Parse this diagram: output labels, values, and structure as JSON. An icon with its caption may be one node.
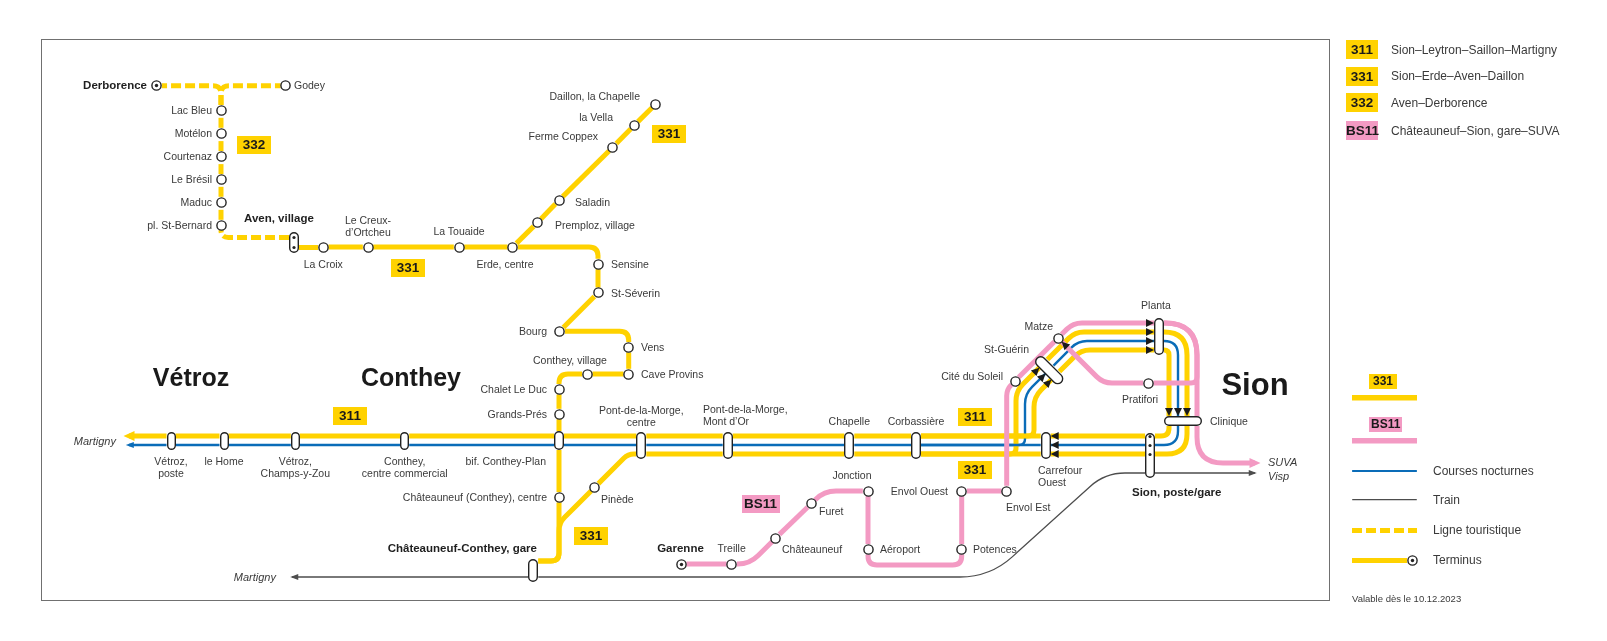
{
  "diagram": {
    "nodes": [
      {
        "text": [
          "Derborence"
        ]
      },
      {
        "text": [
          "Godey"
        ]
      },
      {
        "text": [
          "Lac Bleu"
        ]
      },
      {
        "text": [
          "Motélon"
        ]
      },
      {
        "text": [
          "Courtenaz"
        ]
      },
      {
        "text": [
          "Le Brésil"
        ]
      },
      {
        "text": [
          "Maduc"
        ]
      },
      {
        "text": [
          "pl. St-Bernard"
        ]
      },
      {
        "text": [
          "Aven, village"
        ]
      },
      {
        "text": [
          "La Croix"
        ]
      },
      {
        "text": [
          "Le Creux-d’Ortcheu"
        ]
      },
      {
        "text": [
          "La Touaide"
        ]
      },
      {
        "text": [
          "Erde, centre"
        ]
      },
      {
        "text": [
          "Daillon, la Chapelle"
        ]
      },
      {
        "text": [
          "la Vella"
        ]
      },
      {
        "text": [
          "Ferme Coppex"
        ]
      },
      {
        "text": [
          "Saladin"
        ]
      },
      {
        "text": [
          "Premploz, village"
        ]
      },
      {
        "text": [
          "Sensine"
        ]
      },
      {
        "text": [
          "St-Séverin"
        ]
      },
      {
        "text": [
          "Bourg"
        ]
      },
      {
        "text": [
          "Vens"
        ]
      },
      {
        "text": [
          "Cave Provins"
        ]
      },
      {
        "text": [
          "Conthey, village"
        ]
      },
      {
        "text": [
          "Chalet Le Duc"
        ]
      },
      {
        "text": [
          "Grands-Prés"
        ]
      },
      {
        "text": [
          "Martigny"
        ]
      },
      {
        "text": [
          "Vétroz, poste"
        ]
      },
      {
        "text": [
          "le Home"
        ]
      },
      {
        "text": [
          "Vétroz, Champs-y-Zou"
        ]
      },
      {
        "text": [
          "Conthey, centre commercial"
        ]
      },
      {
        "text": [
          "bif. Conthey-Plan"
        ]
      },
      {
        "text": [
          "Pont-de-la-Morge, centre"
        ]
      },
      {
        "text": [
          "Pont-de-la-Morge, Mont d’Or"
        ]
      },
      {
        "text": [
          "Chapelle"
        ]
      },
      {
        "text": [
          "Corbassière"
        ]
      },
      {
        "text": [
          "Châteauneuf (Conthey), centre"
        ]
      },
      {
        "text": [
          "Pinède"
        ]
      },
      {
        "text": [
          "Cité du Soleil"
        ]
      },
      {
        "text": [
          "St-Guérin"
        ]
      },
      {
        "text": [
          "Matze"
        ]
      },
      {
        "text": [
          "Planta"
        ]
      },
      {
        "text": [
          "Pratifori"
        ]
      },
      {
        "text": [
          "Carrefour Ouest"
        ]
      },
      {
        "text": [
          "Clinique"
        ]
      },
      {
        "text": [
          "Sion, poste/gare"
        ]
      },
      {
        "text": [
          "SUVA"
        ]
      },
      {
        "text": [
          "Visp"
        ]
      },
      {
        "text": [
          "Châteauneuf-Conthey, gare"
        ]
      },
      {
        "text": [
          "Martigny"
        ]
      },
      {
        "text": [
          "Garenne"
        ]
      },
      {
        "text": [
          "Treille"
        ]
      },
      {
        "text": [
          "Châteauneuf"
        ]
      },
      {
        "text": [
          "Furet"
        ]
      },
      {
        "text": [
          "Jonction"
        ]
      },
      {
        "text": [
          "Aéroport"
        ]
      },
      {
        "text": [
          "Potences"
        ]
      },
      {
        "text": [
          "Envol Ouest"
        ]
      },
      {
        "text": [
          "Envol Est"
        ]
      }
    ],
    "edges": [
      {
        "from": 2,
        "to": 0,
        "arrow": "none",
        "style": "dashed"
      },
      {
        "from": 2,
        "to": 1,
        "arrow": "none",
        "style": "dashed"
      },
      {
        "from": 3,
        "to": 2,
        "arrow": "none",
        "style": "dashed"
      },
      {
        "from": 4,
        "to": 3,
        "arrow": "none",
        "style": "dashed"
      },
      {
        "from": 5,
        "to": 4,
        "arrow": "none",
        "style": "dashed"
      },
      {
        "from": 6,
        "to": 5,
        "arrow": "none",
        "style": "dashed"
      },
      {
        "from": 7,
        "to": 6,
        "arrow": "none",
        "style": "dashed"
      },
      {
        "from": 8,
        "to": 7,
        "arrow": "none",
        "style": "dashed"
      },
      {
        "from": 8,
        "to": 9,
        "arrow": "none"
      },
      {
        "from": 9,
        "to": 10,
        "arrow": "none"
      },
      {
        "from": 10,
        "to": 11,
        "arrow": "none"
      },
      {
        "from": 11,
        "to": 12,
        "arrow": "none"
      },
      {
        "from": 12,
        "to": 17,
        "arrow": "none"
      },
      {
        "from": 17,
        "to": 16,
        "arrow": "none"
      },
      {
        "from": 16,
        "to": 15,
        "arrow": "none"
      },
      {
        "from": 15,
        "to": 14,
        "arrow": "none"
      },
      {
        "from": 14,
        "to": 13,
        "arrow": "none"
      },
      {
        "from": 12,
        "to": 18,
        "arrow": "none"
      },
      {
        "from": 18,
        "to": 19,
        "arrow": "none"
      },
      {
        "from": 19,
        "to": 20,
        "arrow": "none"
      },
      {
        "from": 20,
        "to": 21,
        "arrow": "none"
      },
      {
        "from": 21,
        "to": 22,
        "arrow": "none"
      },
      {
        "from": 22,
        "to": 23,
        "arrow": "none"
      },
      {
        "from": 23,
        "to": 24,
        "arrow": "none"
      },
      {
        "from": 24,
        "to": 25,
        "arrow": "none"
      },
      {
        "from": 25,
        "to": 31,
        "arrow": "none"
      },
      {
        "from": 31,
        "to": 36,
        "arrow": "none"
      },
      {
        "from": 36,
        "to": 48,
        "arrow": "none"
      },
      {
        "from": 32,
        "to": 37,
        "arrow": "none"
      },
      {
        "from": 37,
        "to": 48,
        "arrow": "none"
      },
      {
        "from": 27,
        "to": 26,
        "arrow": "to"
      },
      {
        "from": 27,
        "to": 26,
        "arrow": "to",
        "color": "#0a6cb8"
      },
      {
        "from": 27,
        "to": 28,
        "arrow": "none"
      },
      {
        "from": 27,
        "to": 28,
        "arrow": "none",
        "color": "#0a6cb8"
      },
      {
        "from": 28,
        "to": 29,
        "arrow": "none"
      },
      {
        "from": 28,
        "to": 29,
        "arrow": "none",
        "color": "#0a6cb8"
      },
      {
        "from": 29,
        "to": 30,
        "arrow": "none"
      },
      {
        "from": 29,
        "to": 30,
        "arrow": "none",
        "color": "#0a6cb8"
      },
      {
        "from": 30,
        "to": 31,
        "arrow": "none"
      },
      {
        "from": 30,
        "to": 31,
        "arrow": "none",
        "color": "#0a6cb8"
      },
      {
        "from": 31,
        "to": 32,
        "arrow": "none"
      },
      {
        "from": 31,
        "to": 32,
        "arrow": "none",
        "color": "#0a6cb8"
      },
      {
        "from": 32,
        "to": 33,
        "arrow": "none"
      },
      {
        "from": 32,
        "to": 33,
        "arrow": "none",
        "color": "#0a6cb8"
      },
      {
        "from": 32,
        "to": 33,
        "arrow": "none"
      },
      {
        "from": 33,
        "to": 34,
        "arrow": "none"
      },
      {
        "from": 33,
        "to": 34,
        "arrow": "none",
        "color": "#0a6cb8"
      },
      {
        "from": 33,
        "to": 34,
        "arrow": "none"
      },
      {
        "from": 34,
        "to": 35,
        "arrow": "none"
      },
      {
        "from": 34,
        "to": 35,
        "arrow": "none",
        "color": "#0a6cb8"
      },
      {
        "from": 34,
        "to": 35,
        "arrow": "none"
      },
      {
        "from": 35,
        "to": 39,
        "arrow": "to"
      },
      {
        "from": 35,
        "to": 39,
        "arrow": "to",
        "color": "#0a6cb8"
      },
      {
        "from": 35,
        "to": 39,
        "arrow": "to"
      },
      {
        "from": 39,
        "to": 41,
        "arrow": "to"
      },
      {
        "from": 39,
        "to": 41,
        "arrow": "to",
        "color": "#0a6cb8"
      },
      {
        "from": 39,
        "to": 41,
        "arrow": "to"
      },
      {
        "from": 41,
        "to": 44,
        "arrow": "to"
      },
      {
        "from": 41,
        "to": 44,
        "arrow": "to",
        "color": "#0a6cb8"
      },
      {
        "from": 41,
        "to": 44,
        "arrow": "to"
      },
      {
        "from": 44,
        "to": 45,
        "arrow": "none"
      },
      {
        "from": 44,
        "to": 45,
        "arrow": "none",
        "color": "#0a6cb8"
      },
      {
        "from": 44,
        "to": 45,
        "arrow": "none"
      },
      {
        "from": 45,
        "to": 43,
        "arrow": "to"
      },
      {
        "from": 45,
        "to": 43,
        "arrow": "to",
        "color": "#0a6cb8"
      },
      {
        "from": 45,
        "to": 43,
        "arrow": "to"
      },
      {
        "from": 43,
        "to": 35,
        "arrow": "none"
      },
      {
        "from": 43,
        "to": 35,
        "arrow": "none",
        "color": "#0a6cb8"
      },
      {
        "from": 43,
        "to": 35,
        "arrow": "none"
      },
      {
        "from": 50,
        "to": 51,
        "arrow": "none",
        "color": "#f39ac3"
      },
      {
        "from": 51,
        "to": 52,
        "arrow": "none",
        "color": "#f39ac3"
      },
      {
        "from": 52,
        "to": 53,
        "arrow": "none",
        "color": "#f39ac3"
      },
      {
        "from": 53,
        "to": 54,
        "arrow": "none",
        "color": "#f39ac3"
      },
      {
        "from": 54,
        "to": 55,
        "arrow": "none",
        "color": "#f39ac3"
      },
      {
        "from": 55,
        "to": 56,
        "arrow": "none",
        "color": "#f39ac3"
      },
      {
        "from": 56,
        "to": 57,
        "arrow": "none",
        "color": "#f39ac3"
      },
      {
        "from": 57,
        "to": 58,
        "arrow": "none",
        "color": "#f39ac3"
      },
      {
        "from": 58,
        "to": 38,
        "arrow": "none",
        "color": "#f39ac3"
      },
      {
        "from": 38,
        "to": 40,
        "arrow": "none",
        "color": "#f39ac3"
      },
      {
        "from": 40,
        "to": 41,
        "arrow": "to",
        "color": "#f39ac3"
      },
      {
        "from": 41,
        "to": 44,
        "arrow": "none",
        "color": "#f39ac3"
      },
      {
        "from": 44,
        "to": 46,
        "arrow": "to",
        "color": "#f39ac3"
      },
      {
        "from": 41,
        "to": 42,
        "arrow": "none",
        "color": "#f39ac3"
      },
      {
        "from": 42,
        "to": 40,
        "arrow": "to",
        "color": "#f39ac3"
      },
      {
        "from": 48,
        "to": 49,
        "arrow": "to",
        "color": "#4d4d4d"
      },
      {
        "from": 48,
        "to": 45,
        "arrow": "none",
        "color": "#4d4d4d"
      },
      {
        "from": 45,
        "to": 47,
        "arrow": "to",
        "color": "#4d4d4d"
      }
    ],
    "labels": [
      "331",
      "332",
      "331",
      "Vétroz",
      "Conthey",
      "Sion",
      "311",
      "311",
      "331",
      "BS11",
      "331",
      "311",
      "331",
      "332",
      "BS11",
      "Valable dès le 10.12.2023"
    ],
    "legend": [
      {
        "text": "Sion–Leytron–Saillon–Martigny",
        "color": "#ffd200"
      },
      {
        "text": "Sion–Erde–Aven–Daillon",
        "color": "#ffd200"
      },
      {
        "text": "Aven–Derborence",
        "color": "#ffd200"
      },
      {
        "text": "Châteauneuf–Sion, gare–SUVA",
        "color": "#f39ac3"
      },
      {
        "text": "331"
      },
      {
        "text": "BS11"
      },
      {
        "text": "Courses nocturnes"
      },
      {
        "text": "Train"
      },
      {
        "text": "Ligne touristique"
      },
      {
        "text": "Terminus"
      }
    ]
  }
}
